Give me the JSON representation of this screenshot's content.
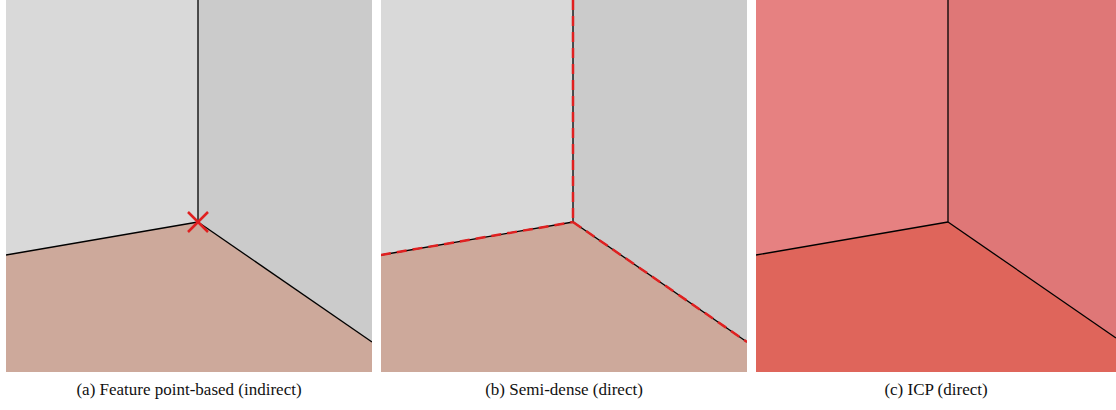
{
  "diagram": {
    "labels": [
      "(a) Feature point-based (indirect)",
      "(b) Semi-dense (direct)",
      "(c) ICP (direct)"
    ]
  }
}
